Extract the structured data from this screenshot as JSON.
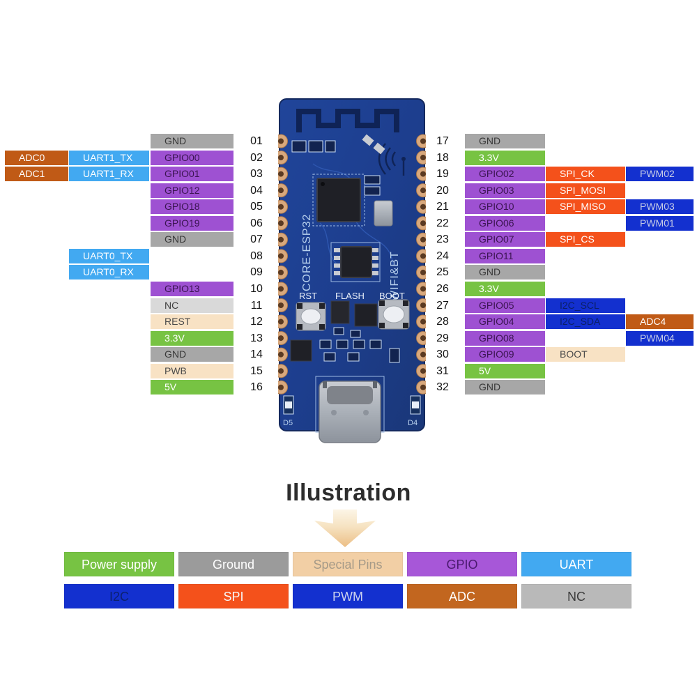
{
  "title": "Illustration",
  "board": {
    "name": "CORE-ESP32",
    "wireless": "WIFI&BT",
    "rst_label": "RST",
    "flash_label": "FLASH",
    "boot_label": "BOOT",
    "led_left": "D5",
    "led_right": "D4"
  },
  "pin_type_styles": {
    "ground": {
      "bg": "#a7a7a7",
      "fg": "#383838"
    },
    "power": {
      "bg": "#77c343",
      "fg": "#ffffff"
    },
    "gpio": {
      "bg": "#9e51d2",
      "fg": "#3a1450"
    },
    "uart": {
      "bg": "#42a9f1",
      "fg": "#ffffff"
    },
    "adc": {
      "bg": "#c05a16",
      "fg": "#ffffff"
    },
    "spi": {
      "bg": "#f4511b",
      "fg": "#ffffff"
    },
    "pwm": {
      "bg": "#1330cf",
      "fg": "#c6cce6"
    },
    "i2c": {
      "bg": "#1330cf",
      "fg": "#0b2066"
    },
    "special": {
      "bg": "#f8e2c4",
      "fg": "#4a4a4a"
    },
    "nc": {
      "bg": "#d9d9d9",
      "fg": "#3f3f3f"
    }
  },
  "left_pins": [
    {
      "num": "01",
      "cells": {
        "pin": {
          "label": "GND",
          "type": "ground"
        }
      }
    },
    {
      "num": "02",
      "cells": {
        "pin": {
          "label": "GPIO00",
          "type": "gpio"
        },
        "func": {
          "label": "UART1_TX",
          "type": "uart"
        },
        "alt": {
          "label": "ADC0",
          "type": "adc"
        }
      }
    },
    {
      "num": "03",
      "cells": {
        "pin": {
          "label": "GPIO01",
          "type": "gpio"
        },
        "func": {
          "label": "UART1_RX",
          "type": "uart"
        },
        "alt": {
          "label": "ADC1",
          "type": "adc"
        }
      }
    },
    {
      "num": "04",
      "cells": {
        "pin": {
          "label": "GPIO12",
          "type": "gpio"
        }
      }
    },
    {
      "num": "05",
      "cells": {
        "pin": {
          "label": "GPIO18",
          "type": "gpio"
        }
      }
    },
    {
      "num": "06",
      "cells": {
        "pin": {
          "label": "GPIO19",
          "type": "gpio"
        }
      }
    },
    {
      "num": "07",
      "cells": {
        "pin": {
          "label": "GND",
          "type": "ground"
        }
      }
    },
    {
      "num": "08",
      "cells": {
        "func": {
          "label": "UART0_TX",
          "type": "uart"
        }
      }
    },
    {
      "num": "09",
      "cells": {
        "func": {
          "label": "UART0_RX",
          "type": "uart"
        }
      }
    },
    {
      "num": "10",
      "cells": {
        "pin": {
          "label": "GPIO13",
          "type": "gpio"
        }
      }
    },
    {
      "num": "11",
      "cells": {
        "pin": {
          "label": "NC",
          "type": "nc"
        }
      }
    },
    {
      "num": "12",
      "cells": {
        "pin": {
          "label": "REST",
          "type": "special"
        }
      }
    },
    {
      "num": "13",
      "cells": {
        "pin": {
          "label": "3.3V",
          "type": "power"
        }
      }
    },
    {
      "num": "14",
      "cells": {
        "pin": {
          "label": "GND",
          "type": "ground"
        }
      }
    },
    {
      "num": "15",
      "cells": {
        "pin": {
          "label": "PWB",
          "type": "special"
        }
      }
    },
    {
      "num": "16",
      "cells": {
        "pin": {
          "label": "5V",
          "type": "power"
        }
      }
    }
  ],
  "right_pins": [
    {
      "num": "17",
      "cells": {
        "pin": {
          "label": "GND",
          "type": "ground"
        }
      }
    },
    {
      "num": "18",
      "cells": {
        "pin": {
          "label": "3.3V",
          "type": "power"
        }
      }
    },
    {
      "num": "19",
      "cells": {
        "pin": {
          "label": "GPIO02",
          "type": "gpio"
        },
        "func": {
          "label": "SPI_CK",
          "type": "spi"
        },
        "alt": {
          "label": "PWM02",
          "type": "pwm"
        }
      }
    },
    {
      "num": "20",
      "cells": {
        "pin": {
          "label": "GPIO03",
          "type": "gpio"
        },
        "func": {
          "label": "SPI_MOSI",
          "type": "spi"
        }
      }
    },
    {
      "num": "21",
      "cells": {
        "pin": {
          "label": "GPIO10",
          "type": "gpio"
        },
        "func": {
          "label": "SPI_MISO",
          "type": "spi"
        },
        "alt": {
          "label": "PWM03",
          "type": "pwm"
        }
      }
    },
    {
      "num": "22",
      "cells": {
        "pin": {
          "label": "GPIO06",
          "type": "gpio"
        },
        "alt": {
          "label": "PWM01",
          "type": "pwm"
        }
      }
    },
    {
      "num": "23",
      "cells": {
        "pin": {
          "label": "GPIO07",
          "type": "gpio"
        },
        "func": {
          "label": "SPI_CS",
          "type": "spi"
        }
      }
    },
    {
      "num": "24",
      "cells": {
        "pin": {
          "label": "GPIO11",
          "type": "gpio"
        }
      }
    },
    {
      "num": "25",
      "cells": {
        "pin": {
          "label": "GND",
          "type": "ground"
        }
      }
    },
    {
      "num": "26",
      "cells": {
        "pin": {
          "label": "3.3V",
          "type": "power"
        }
      }
    },
    {
      "num": "27",
      "cells": {
        "pin": {
          "label": "GPIO05",
          "type": "gpio"
        },
        "func": {
          "label": "I2C_SCL",
          "type": "i2c"
        }
      }
    },
    {
      "num": "28",
      "cells": {
        "pin": {
          "label": "GPIO04",
          "type": "gpio"
        },
        "func": {
          "label": "I2C_SDA",
          "type": "i2c"
        },
        "alt": {
          "label": "ADC4",
          "type": "adc"
        }
      }
    },
    {
      "num": "29",
      "cells": {
        "pin": {
          "label": "GPIO08",
          "type": "gpio"
        },
        "alt": {
          "label": "PWM04",
          "type": "pwm"
        }
      }
    },
    {
      "num": "30",
      "cells": {
        "pin": {
          "label": "GPIO09",
          "type": "gpio"
        },
        "func": {
          "label": "BOOT",
          "type": "special"
        }
      }
    },
    {
      "num": "31",
      "cells": {
        "pin": {
          "label": "5V",
          "type": "power"
        }
      }
    },
    {
      "num": "32",
      "cells": {
        "pin": {
          "label": "GND",
          "type": "ground"
        }
      }
    }
  ],
  "legend": {
    "rows": [
      [
        {
          "label": "Power supply",
          "bg": "#77c343",
          "fg": "#ffffff"
        },
        {
          "label": "Ground",
          "bg": "#9b9b9b",
          "fg": "#ffffff"
        },
        {
          "label": "Special Pins",
          "bg": "#f2cfa5",
          "fg": "#a59a88"
        },
        {
          "label": "GPIO",
          "bg": "#a757d8",
          "fg": "#4a1a6e"
        },
        {
          "label": "UART",
          "bg": "#42a9f1",
          "fg": "#ffffff"
        }
      ],
      [
        {
          "label": "I2C",
          "bg": "#1330cf",
          "fg": "#0c2170"
        },
        {
          "label": "SPI",
          "bg": "#f4511b",
          "fg": "#f7f7f7"
        },
        {
          "label": "PWM",
          "bg": "#1330cf",
          "fg": "#ccd2ee"
        },
        {
          "label": "ADC",
          "bg": "#c2661f",
          "fg": "#ffffff"
        },
        {
          "label": "NC",
          "bg": "#b9b9b9",
          "fg": "#3c3c3c"
        }
      ]
    ]
  }
}
